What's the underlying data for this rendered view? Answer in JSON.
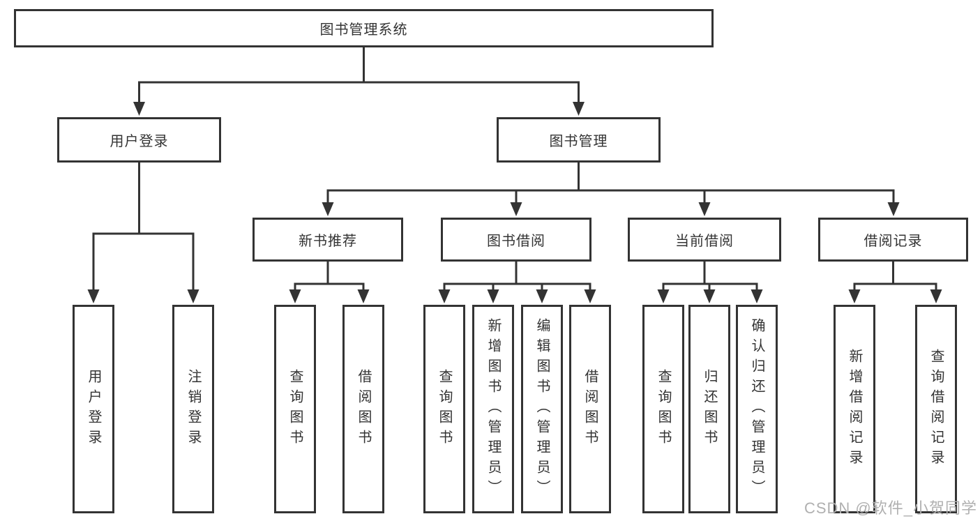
{
  "page": {
    "background": "#ffffff"
  },
  "colors": {
    "line": "#333333",
    "text": "#333333",
    "box_fill": "#ffffff",
    "watermark_text": "#b0b0b0"
  },
  "watermark": "CSDN @软件_小贺同学",
  "tree": {
    "label": "图书管理系统",
    "children": [
      {
        "label": "用户登录",
        "children": [
          {
            "label": "用户登录"
          },
          {
            "label": "注销登录"
          }
        ]
      },
      {
        "label": "图书管理",
        "children": [
          {
            "label": "新书推荐",
            "children": [
              {
                "label": "查询图书"
              },
              {
                "label": "借阅图书"
              }
            ]
          },
          {
            "label": "图书借阅",
            "children": [
              {
                "label": "查询图书"
              },
              {
                "label": "新增图书（管理员）"
              },
              {
                "label": "编辑图书（管理员）"
              },
              {
                "label": "借阅图书"
              }
            ]
          },
          {
            "label": "当前借阅",
            "children": [
              {
                "label": "查询图书"
              },
              {
                "label": "归还图书"
              },
              {
                "label": "确认归还（管理员）"
              }
            ]
          },
          {
            "label": "借阅记录",
            "children": [
              {
                "label": "新增借阅记录"
              },
              {
                "label": "查询借阅记录"
              }
            ]
          }
        ]
      }
    ]
  }
}
